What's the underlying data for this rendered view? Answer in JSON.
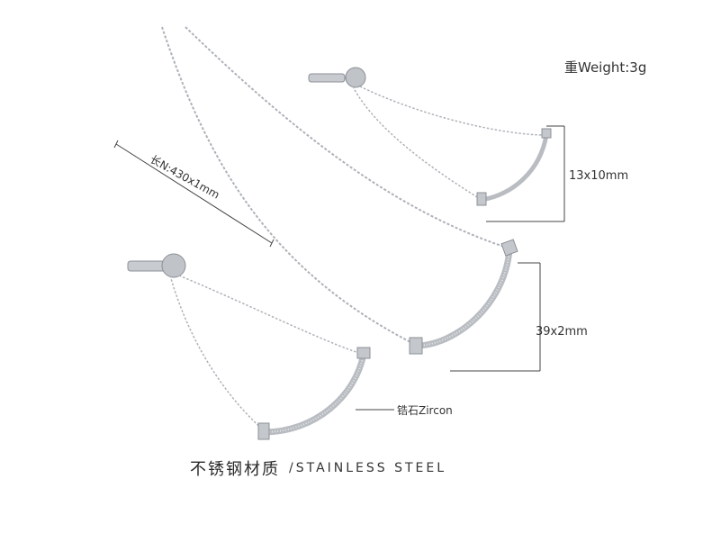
{
  "labels": {
    "weight": "重Weight:3g",
    "top_earring_size": "13x10mm",
    "necklace_pendant_size": "39x2mm",
    "zircon": "锆石Zircon",
    "chain_length": "长N:430x1mm"
  },
  "footer": {
    "material_cn": "不锈钢材质",
    "material_en": "/STAINLESS STEEL"
  },
  "colors": {
    "metal": "#b9bdc2",
    "metal_dark": "#8c9096",
    "dimension_lines": "#444444"
  }
}
